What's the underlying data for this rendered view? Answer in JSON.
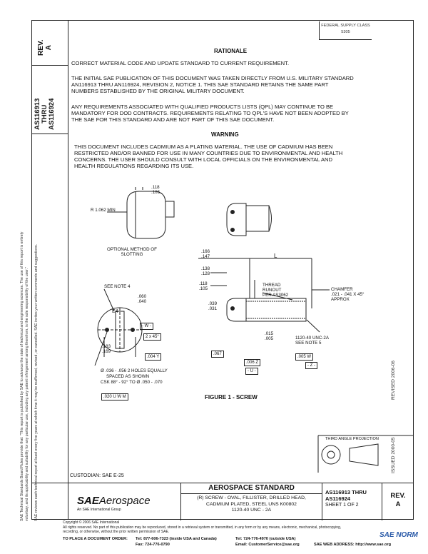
{
  "header": {
    "stamp_line1": "FEDERAL SUPPLY CLASS",
    "stamp_line2": "5305",
    "rev_label": "REV.",
    "rev_value": "A",
    "doc_id_line1": "AS116913",
    "doc_id_line2": "THRU",
    "doc_id_line3": "AS116924"
  },
  "rationale": {
    "heading": "RATIONALE",
    "p1": "CORRECT MATERIAL CODE AND UPDATE STANDARD TO CURRENT REQUIREMENT.",
    "p2a": "THE INITIAL SAE PUBLICATION OF THIS DOCUMENT WAS TAKEN DIRECTLY  FROM U.S. MILITARY STANDARD",
    "p2b": "AN116913 THRU AN116924,  REVISION 2, NOTICE 1. THIS SAE STANDARD RETAINS THE SAME PART",
    "p2c": "NUMBERS  ESTABLISHED BY THE ORIGINAL MILITARY DOCUMENT.",
    "p3a": "ANY REQUIREMENTS ASSOCIATED WITH QUALIFIED PRODUCTS LISTS (QPL) MAY CONTINUE TO BE",
    "p3b": "MANDATORY FOR DOD CONTRACTS. REQUIREMENTS RELATING TO QPL'S HAVE NOT BEEN ADOPTED BY",
    "p3c": "THE SAE FOR THIS STANDARD AND ARE NOT PART OF THIS SAE DOCUMENT."
  },
  "warning": {
    "heading": "WARNING",
    "l1": "THIS DOCUMENT INCLUDES CADMIUM AS A PLATING MATERIAL. THE USE OF CADMIUM HAS BEEN",
    "l2": "RESTRICTED AND/OR BANNED FOR USE IN MANY COUNTRIES DUE TO ENVIRONMENTAL AND HEALTH",
    "l3": "CONCERNS. THE USER SHOULD CONSULT WITH LOCAL OFFICIALS ON THE ENVIRONMENTAL AND",
    "l4": "HEALTH REGULATIONS REGARDING ITS USE."
  },
  "figure": {
    "caption": "FIGURE 1 - SCREW",
    "slot_caption_1": "OPTIONAL METHOD OF",
    "slot_caption_2": "SLOTTING",
    "r_min": "R 1.062 MIN",
    "d118": ".118",
    "d105": ".105",
    "d166": ".166",
    "d147": ".147",
    "d138": ".138",
    "d128": ".128",
    "d118b": ".118",
    "d105b": ".105",
    "d039": ".039",
    "d031": ".031",
    "L": "L",
    "thread1": "THREAD",
    "thread2": "RUNOUT",
    "thread3": "PER AS3062",
    "chamfer1": "CHAMFER",
    "chamfer2": ".021 - .041 X 45°",
    "chamfer3": "APPROX",
    "d015": ".015",
    "d005": ".005",
    "unc": "1120-40 UNC-2A",
    "see5": "SEE NOTE 5",
    "see4": "SEE NOTE 4",
    "d060": ".060",
    "d040": ".040",
    "e4": "E4",
    "w": "- W -",
    "two45": "2 x 45°",
    "d183": ".183",
    "d169": ".169",
    "fc004y": ".004  Y",
    "holes1": "Ø .036 - .056  2 HOLES EQUALLY",
    "holes2": "SPACED AS SHOWN",
    "holes3": "CSK 88° - 92° TO   Ø .050 - .070",
    "fc020": ".020  U  W  M",
    "d067": ".067",
    "fc006z": ".006  Z",
    "u": "- U -",
    "fc005w": ".005  W",
    "z": "- Z -"
  },
  "side_notice": {
    "line1": "SAE Technical Standards Board Rules provide that: \"This report is published by SAE to advance the state of technical and engineering sciences. The use of this report is entirely",
    "line2": "voluntary, and its applicability and suitability for any particular use, including any patent infringement arising therefrom, is the sole responsibility of the user.\"",
    "line3": "SAE reviews each technical report at least every five years at which time it may be reaffirmed, revised, or cancelled. SAE invites your written comments and suggestions."
  },
  "right_margin": {
    "issued": "ISSUED 2000-05",
    "revised": "REVISED 2006-06"
  },
  "projection": {
    "label": "THIRD ANGLE PROJECTION"
  },
  "custodian": "CUSTODIAN: SAE E-25",
  "title_block": {
    "logo_bold": "SAE",
    "logo_italic": "Aerospace",
    "logo_sub": "An SAE International Group",
    "heading": "AEROSPACE STANDARD",
    "desc1": "(R) SCREW - OVAL, FILLISTER, DRILLED HEAD,",
    "desc2": "CADMIUM PLATED, STEEL UNS K00802",
    "desc3": "1120-40 UNC - 2A",
    "num1": "AS116913 THRU",
    "num2": "AS116924",
    "sheet": "SHEET 1 OF 2",
    "rev_label": "REV.",
    "rev_value": "A"
  },
  "footer": {
    "copyright": "Copyright © 2006 SAE International",
    "rights1": "All rights reserved. No part of this publication may be reproduced, stored in a retrieval system or transmitted, in any form or by any means, electronic, mechanical, photocopying,",
    "rights2": "recording, or otherwise, without the prior written permission of SAE.",
    "order_label": "TO PLACE A DOCUMENT ORDER:",
    "tel1": "Tel: 877-606-7323 (inside USA and Canada)",
    "tel2": "Tel: 724-776-4970 (outside USA)",
    "fax": "Fax: 724-776-0790",
    "email": "Email: CustomerService@sae.org",
    "web": "SAE WEB ADDRESS: http://www.sae.org",
    "watermark": "SAE NORM"
  }
}
